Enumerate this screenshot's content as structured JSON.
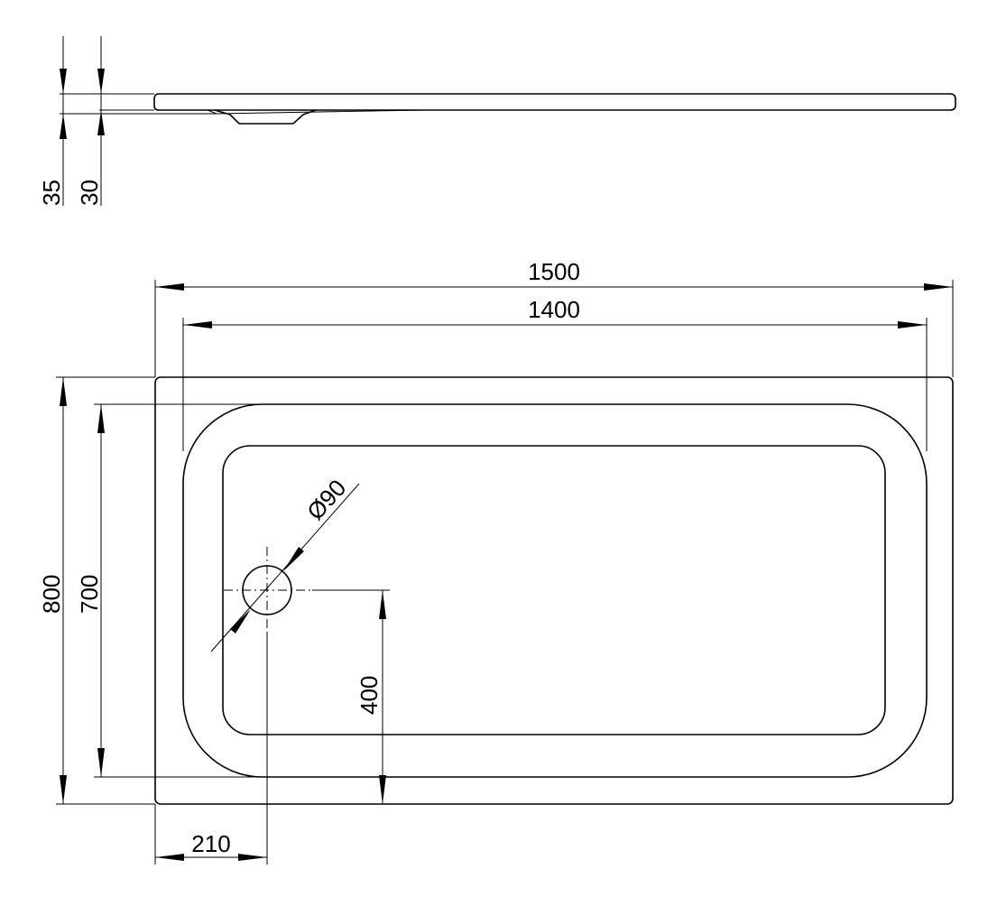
{
  "dimensions": {
    "depth_total": "35",
    "depth_inner": "30",
    "overall_length": "1500",
    "inner_length": "1400",
    "overall_width": "800",
    "inner_width": "700",
    "drain_diameter": "Ø90",
    "drain_offset_y": "400",
    "drain_offset_x": "210"
  },
  "colors": {
    "line": "#000000",
    "background": "#ffffff"
  }
}
